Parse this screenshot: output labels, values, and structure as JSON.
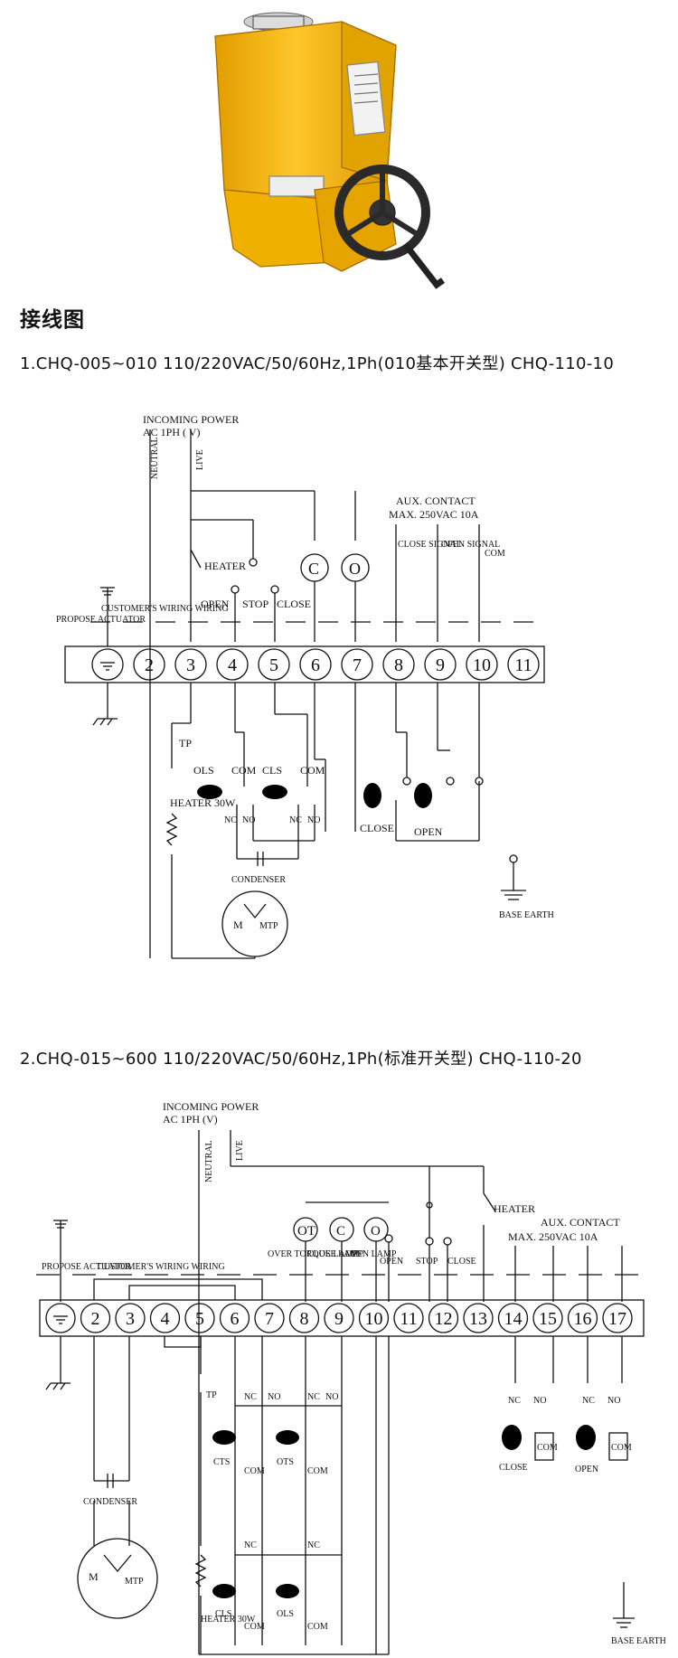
{
  "colors": {
    "actuator_body": "#f4b400",
    "actuator_dark": "#c98a00",
    "handwheel": "#2a2a2a",
    "line": "#111111"
  },
  "heading": "接线图",
  "diagram1": {
    "caption": "1.CHQ-005~010 110/220VAC/50/60Hz,1Ph(010基本开关型)  CHQ-110-10",
    "incoming_power": "INCOMING POWER",
    "ac_1ph": "AC 1PH ( V)",
    "neutral": "NEUTRAL",
    "live": "LIVE",
    "heater": "HEATER",
    "open": "OPEN",
    "stop": "STOP",
    "close": "CLOSE",
    "lamp_c": "C",
    "lamp_o": "O",
    "aux_contact": "AUX. CONTACT",
    "max_rating": "MAX. 250VAC 10A",
    "close_signal": "CLOSE SIGNAL",
    "open_signal": "OPEN SIGNAL",
    "com": "COM",
    "propose_actuator": "PROPOSE ACTUATOR",
    "customers_wiring": "CUSTOMER'S WIRING WIRING",
    "terminals": [
      "",
      "2",
      "3",
      "4",
      "5",
      "6",
      "7",
      "8",
      "9",
      "10",
      "11"
    ],
    "tp": "TP",
    "ols": "OLS",
    "cls": "CLS",
    "nc": "NC",
    "no": "NO",
    "heater_30w": "HEATER 30W",
    "condenser": "CONDENSER",
    "m": "M",
    "mtp": "MTP",
    "close_sw": "CLOSE",
    "open_sw": "OPEN",
    "base_earth": "BASE EARTH"
  },
  "diagram2": {
    "caption": "2.CHQ-015~600 110/220VAC/50/60Hz,1Ph(标准开关型)  CHQ-110-20",
    "incoming_power": "INCOMING POWER",
    "ac_1ph": "AC 1PH (V)",
    "neutral": "NEUTRAL",
    "live": "LIVE",
    "heater": "HEATER",
    "aux_contact": "AUX. CONTACT",
    "max_rating": "MAX. 250VAC 10A",
    "lamp_ot": "OT",
    "lamp_c": "C",
    "lamp_o": "O",
    "over_torque_lamp": "OVER TORQUE LAMP",
    "close_lamp": "CLOSE LAMP",
    "open_lamp": "OPEN LAMP",
    "open": "OPEN",
    "stop": "STOP",
    "close": "CLOSE",
    "propose_actuator": "PROPOSE ACTUATOR",
    "customers_wiring": "CUSTOMER'S WIRING WIRING",
    "terminals": [
      "",
      "2",
      "3",
      "4",
      "5",
      "6",
      "7",
      "8",
      "9",
      "10",
      "11",
      "12",
      "13",
      "14",
      "15",
      "16",
      "17"
    ],
    "tp": "TP",
    "condenser": "CONDENSER",
    "cts": "CTS",
    "ots": "OTS",
    "cls": "CLS",
    "ols": "OLS",
    "nc": "NC",
    "no": "NO",
    "com": "COM",
    "close_sw": "CLOSE",
    "open_sw": "OPEN",
    "m": "M",
    "mtp": "MTP",
    "heater_30w": "HEATER 30W",
    "base_earth": "BASE EARTH"
  }
}
